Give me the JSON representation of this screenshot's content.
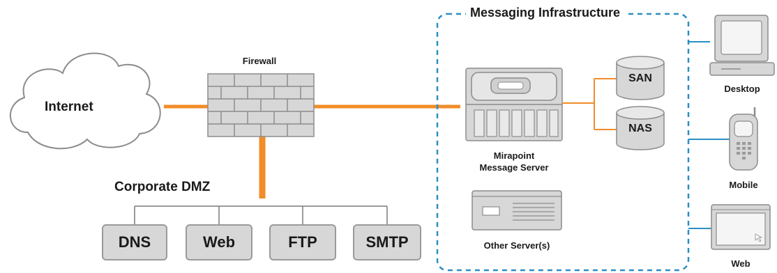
{
  "colors": {
    "link": "#f28c28",
    "zone_border": "#2a8fc4",
    "device_fill": "#d7d7d7",
    "device_stroke": "#8c8c8c",
    "text": "#1a1a1a"
  },
  "nodes": {
    "internet": {
      "label": "Internet",
      "icon": "cloud-icon"
    },
    "firewall": {
      "label": "Firewall",
      "icon": "brick-wall-icon"
    },
    "dmz": {
      "title": "Corporate DMZ",
      "servers": [
        "DNS",
        "Web",
        "FTP",
        "SMTP"
      ]
    },
    "messaging": {
      "title": "Messaging Infrastructure",
      "message_server": {
        "label_line1": "Mirapoint",
        "label_line2": "Message Server",
        "icon": "server-chassis-icon"
      },
      "other_server": {
        "label": "Other Server(s)",
        "icon": "rack-server-icon"
      },
      "storage": [
        "SAN",
        "NAS"
      ]
    },
    "clients": {
      "desktop": {
        "label": "Desktop",
        "icon": "desktop-computer-icon"
      },
      "mobile": {
        "label": "Mobile",
        "icon": "mobile-phone-icon"
      },
      "web": {
        "label": "Web",
        "icon": "browser-window-icon"
      }
    }
  }
}
